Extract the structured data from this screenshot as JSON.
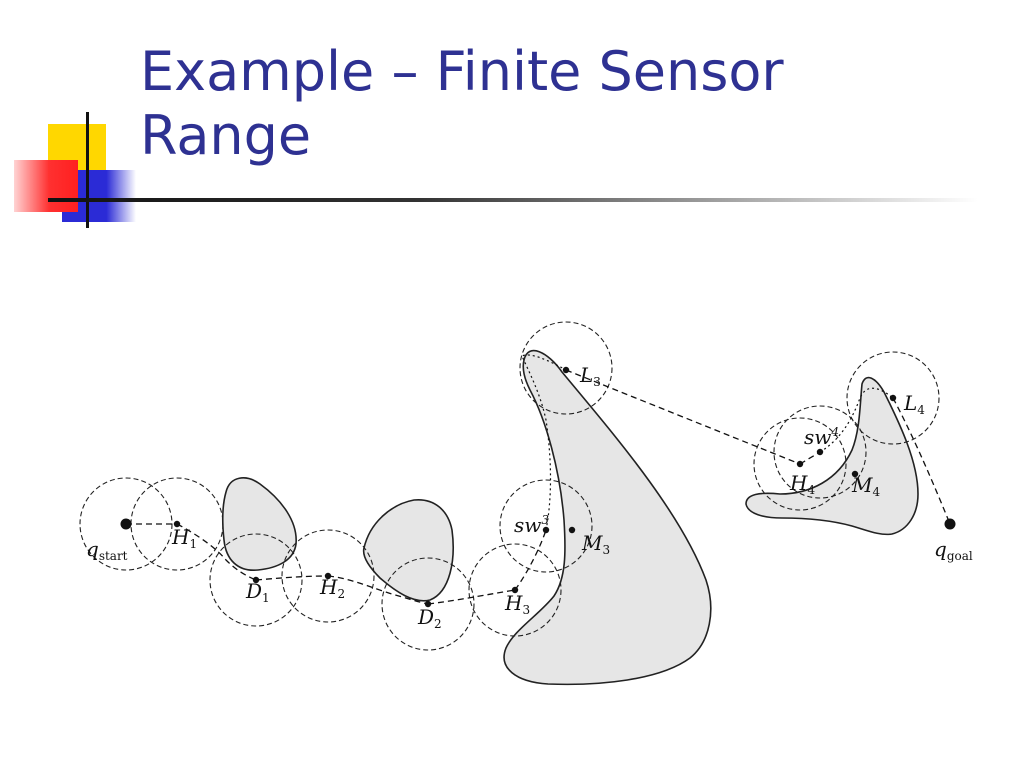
{
  "slide": {
    "title_line1": "Example – Finite Sensor",
    "title_line2": "Range"
  },
  "colors": {
    "title": "#2e3192",
    "accent_yellow": "#ffd700",
    "accent_red": "#ff2020",
    "accent_blue": "#2b2bd6",
    "obstacle_fill": "#e6e6e6"
  },
  "diagram": {
    "labels": {
      "q_start": {
        "base": "q",
        "sub": "start"
      },
      "q_goal": {
        "base": "q",
        "sub": "goal"
      },
      "H1": {
        "base": "H",
        "sub": "1"
      },
      "D1": {
        "base": "D",
        "sub": "1"
      },
      "H2": {
        "base": "H",
        "sub": "2"
      },
      "D2": {
        "base": "D",
        "sub": "2"
      },
      "H3": {
        "base": "H",
        "sub": "3"
      },
      "sw3": {
        "base": "sw",
        "sub": "3"
      },
      "M3": {
        "base": "M",
        "sub": "3"
      },
      "L3": {
        "base": "L",
        "sub": "3"
      },
      "H4": {
        "base": "H",
        "sub": "4"
      },
      "sw4": {
        "base": "sw",
        "sub": "4"
      },
      "M4": {
        "base": "M",
        "sub": "4"
      },
      "L4": {
        "base": "L",
        "sub": "4"
      }
    }
  }
}
